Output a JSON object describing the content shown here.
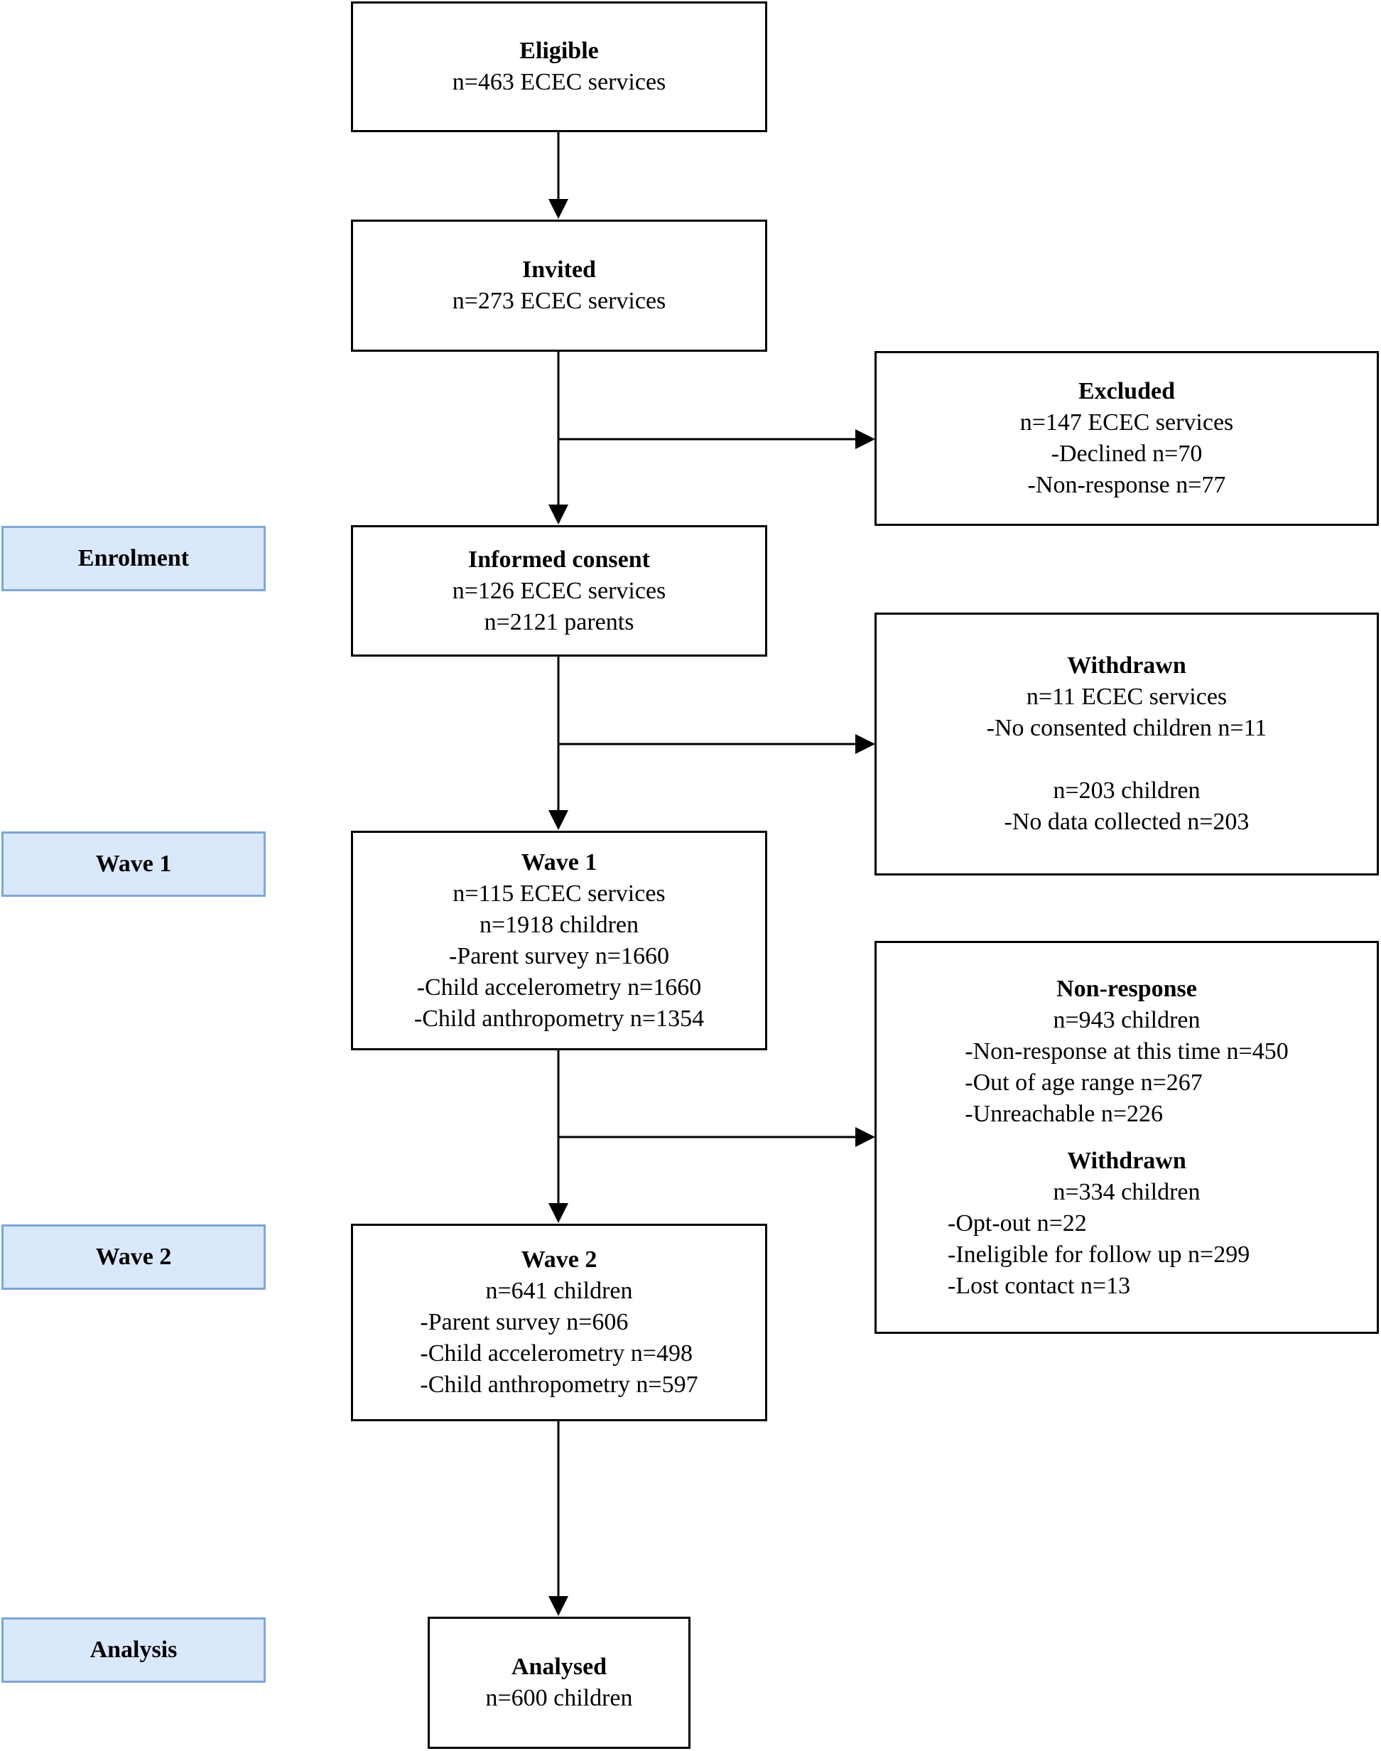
{
  "colors": {
    "box_border": "#000000",
    "stage_fill": "#dae8fc",
    "stage_border": "#7ea6d6",
    "arrow": "#000000"
  },
  "stages": {
    "enrolment": "Enrolment",
    "wave1": "Wave 1",
    "wave2": "Wave 2",
    "analysis": "Analysis"
  },
  "boxes": {
    "eligible": {
      "title": "Eligible",
      "lines": [
        "n=463 ECEC services"
      ]
    },
    "invited": {
      "title": "Invited",
      "lines": [
        "n=273 ECEC services"
      ]
    },
    "excluded": {
      "title": "Excluded",
      "lines": [
        "n=147 ECEC services",
        "-Declined n=70",
        "-Non-response n=77"
      ]
    },
    "informed_consent": {
      "title": "Informed consent",
      "lines": [
        "n=126 ECEC services",
        "n=2121 parents"
      ]
    },
    "withdrawn_1": {
      "title": "Withdrawn",
      "lines": [
        "n=11 ECEC services",
        "-No consented children n=11"
      ],
      "lines_2": [
        "n=203 children",
        "-No data collected n=203"
      ]
    },
    "wave1": {
      "title": "Wave 1",
      "lines": [
        "n=115 ECEC services",
        "n=1918 children"
      ],
      "items": [
        "-Parent survey n=1660",
        "-Child accelerometry n=1660",
        "-Child anthropometry n=1354"
      ]
    },
    "nonresponse": {
      "title": "Non-response",
      "subtitle": "n=943 children",
      "items": [
        "-Non-response at this time n=450",
        "-Out of age range n=267",
        "-Unreachable n=226"
      ],
      "title_2": "Withdrawn",
      "subtitle_2": "n=334 children",
      "items_2": [
        "-Opt-out n=22",
        "-Ineligible for follow up n=299",
        "-Lost contact n=13"
      ]
    },
    "wave2": {
      "title": "Wave 2",
      "subtitle": "n=641 children",
      "items": [
        "-Parent survey n=606",
        "-Child accelerometry n=498",
        "-Child anthropometry n=597"
      ]
    },
    "analysed": {
      "title": "Analysed",
      "lines": [
        "n=600 children"
      ]
    }
  }
}
